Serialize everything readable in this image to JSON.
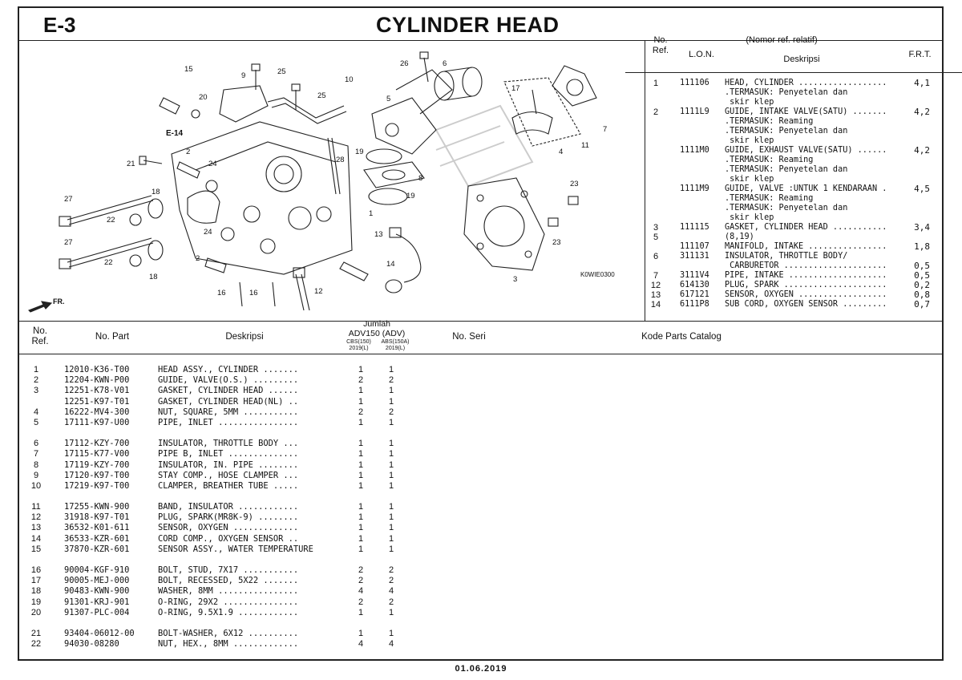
{
  "header": {
    "page_code": "E-3",
    "title": "CYLINDER HEAD"
  },
  "illustration": {
    "code": "K0WIE0300",
    "section_ref": "E-14",
    "direction_label": "FR.",
    "callouts": [
      "15",
      "20",
      "9",
      "25",
      "26",
      "6",
      "10",
      "25",
      "5",
      "17",
      "7",
      "4",
      "11",
      "21",
      "2",
      "24",
      "28",
      "19",
      "8",
      "23",
      "27",
      "18",
      "22",
      "24",
      "1",
      "19",
      "13",
      "14",
      "23",
      "3",
      "27",
      "22",
      "18",
      "2",
      "16",
      "16",
      "12"
    ]
  },
  "ref_table": {
    "headers": {
      "no_ref": "No.\nRef.",
      "lon": "L.O.N.",
      "desc_top": "(Nomor ref. relatif)",
      "desc": "Deskripsi",
      "frt": "F.R.T."
    },
    "rows": [
      {
        "ref": "1",
        "lon": "111106",
        "desc": "HEAD, CYLINDER ..................",
        "frt": "4,1"
      },
      {
        "ref": "",
        "lon": "",
        "desc": ".TERMASUK: Penyetelan dan",
        "frt": ""
      },
      {
        "ref": "",
        "lon": "",
        "desc": " skir klep",
        "frt": ""
      },
      {
        "ref": "2",
        "lon": "1111L9",
        "desc": "GUIDE, INTAKE VALVE(SATU) .......",
        "frt": "4,2"
      },
      {
        "ref": "",
        "lon": "",
        "desc": ".TERMASUK: Reaming",
        "frt": ""
      },
      {
        "ref": "",
        "lon": "",
        "desc": ".TERMASUK: Penyetelan dan",
        "frt": ""
      },
      {
        "ref": "",
        "lon": "",
        "desc": " skir klep",
        "frt": ""
      },
      {
        "ref": "",
        "lon": "1111M0",
        "desc": "GUIDE, EXHAUST VALVE(SATU) ......",
        "frt": "4,2"
      },
      {
        "ref": "",
        "lon": "",
        "desc": ".TERMASUK: Reaming",
        "frt": ""
      },
      {
        "ref": "",
        "lon": "",
        "desc": ".TERMASUK: Penyetelan dan",
        "frt": ""
      },
      {
        "ref": "",
        "lon": "",
        "desc": " skir klep",
        "frt": ""
      },
      {
        "ref": "",
        "lon": "1111M9",
        "desc": "GUIDE, VALVE :UNTUK 1 KENDARAAN .",
        "frt": "4,5"
      },
      {
        "ref": "",
        "lon": "",
        "desc": ".TERMASUK: Reaming",
        "frt": ""
      },
      {
        "ref": "",
        "lon": "",
        "desc": ".TERMASUK: Penyetelan dan",
        "frt": ""
      },
      {
        "ref": "",
        "lon": "",
        "desc": " skir klep",
        "frt": ""
      },
      {
        "ref": "3",
        "lon": "111115",
        "desc": "GASKET, CYLINDER HEAD ...........",
        "frt": "3,4"
      },
      {
        "ref": "5",
        "lon": "",
        "desc": "(8,19)",
        "frt": ""
      },
      {
        "ref": "",
        "lon": "111107",
        "desc": "MANIFOLD, INTAKE ................",
        "frt": "1,8"
      },
      {
        "ref": "6",
        "lon": "311131",
        "desc": "INSULATOR, THROTTLE BODY/",
        "frt": ""
      },
      {
        "ref": "",
        "lon": "",
        "desc": " CARBURETOR .....................",
        "frt": "0,5"
      },
      {
        "ref": "7",
        "lon": "3111V4",
        "desc": "PIPE, INTAKE ....................",
        "frt": "0,5"
      },
      {
        "ref": "12",
        "lon": "614130",
        "desc": "PLUG, SPARK .....................",
        "frt": "0,2"
      },
      {
        "ref": "13",
        "lon": "617121",
        "desc": "SENSOR, OXYGEN ..................",
        "frt": "0,8"
      },
      {
        "ref": "14",
        "lon": "6111P8",
        "desc": "SUB CORD, OXYGEN SENSOR .........",
        "frt": "0,7"
      }
    ]
  },
  "parts_table": {
    "headers": {
      "no_ref": "No.\nRef.",
      "part": "No. Part",
      "desc": "Deskripsi",
      "jumlah": "Jumlah",
      "model": "ADV150 (ADV)",
      "variant1": "CBS(150)",
      "variant2": "ABS(150A)",
      "year1": "2019(L)",
      "year2": "2019(L)",
      "serial": "No. Seri",
      "catalog": "Kode Parts Catalog"
    },
    "groups": [
      [
        {
          "ref": "1",
          "part": "12010-K36-T00",
          "desc": "HEAD ASSY., CYLINDER .......",
          "q1": "1",
          "q2": "1"
        },
        {
          "ref": "2",
          "part": "12204-KWN-P00",
          "desc": "GUIDE, VALVE(O.S.) .........",
          "q1": "2",
          "q2": "2"
        },
        {
          "ref": "3",
          "part": "12251-K78-V01",
          "desc": "GASKET, CYLINDER HEAD ......",
          "q1": "1",
          "q2": "1"
        },
        {
          "ref": "",
          "part": "12251-K97-T01",
          "desc": "GASKET, CYLINDER HEAD(NL) ..",
          "q1": "1",
          "q2": "1"
        },
        {
          "ref": "4",
          "part": "16222-MV4-300",
          "desc": "NUT, SQUARE, 5MM ...........",
          "q1": "2",
          "q2": "2"
        },
        {
          "ref": "5",
          "part": "17111-K97-U00",
          "desc": "PIPE, INLET ................",
          "q1": "1",
          "q2": "1"
        }
      ],
      [
        {
          "ref": "6",
          "part": "17112-KZY-700",
          "desc": "INSULATOR, THROTTLE BODY ...",
          "q1": "1",
          "q2": "1"
        },
        {
          "ref": "7",
          "part": "17115-K77-V00",
          "desc": "PIPE B, INLET ..............",
          "q1": "1",
          "q2": "1"
        },
        {
          "ref": "8",
          "part": "17119-KZY-700",
          "desc": "INSULATOR, IN. PIPE ........",
          "q1": "1",
          "q2": "1"
        },
        {
          "ref": "9",
          "part": "17120-K97-T00",
          "desc": "STAY COMP., HOSE CLAMPER ...",
          "q1": "1",
          "q2": "1"
        },
        {
          "ref": "10",
          "part": "17219-K97-T00",
          "desc": "CLAMPER, BREATHER TUBE .....",
          "q1": "1",
          "q2": "1"
        }
      ],
      [
        {
          "ref": "11",
          "part": "17255-KWN-900",
          "desc": "BAND, INSULATOR ............",
          "q1": "1",
          "q2": "1"
        },
        {
          "ref": "12",
          "part": "31918-K97-T01",
          "desc": "PLUG, SPARK(MR8K-9) ........",
          "q1": "1",
          "q2": "1"
        },
        {
          "ref": "13",
          "part": "36532-K01-611",
          "desc": "SENSOR, OXYGEN .............",
          "q1": "1",
          "q2": "1"
        },
        {
          "ref": "14",
          "part": "36533-KZR-601",
          "desc": "CORD COMP., OXYGEN SENSOR ..",
          "q1": "1",
          "q2": "1"
        },
        {
          "ref": "15",
          "part": "37870-KZR-601",
          "desc": "SENSOR ASSY., WATER TEMPERATURE",
          "q1": "1",
          "q2": "1"
        }
      ],
      [
        {
          "ref": "16",
          "part": "90004-KGF-910",
          "desc": "BOLT, STUD, 7X17 ...........",
          "q1": "2",
          "q2": "2"
        },
        {
          "ref": "17",
          "part": "90005-MEJ-000",
          "desc": "BOLT, RECESSED, 5X22 .......",
          "q1": "2",
          "q2": "2"
        },
        {
          "ref": "18",
          "part": "90483-KWN-900",
          "desc": "WASHER, 8MM ................",
          "q1": "4",
          "q2": "4"
        },
        {
          "ref": "19",
          "part": "91301-KRJ-901",
          "desc": "O-RING, 29X2 ...............",
          "q1": "2",
          "q2": "2"
        },
        {
          "ref": "20",
          "part": "91307-PLC-004",
          "desc": "O-RING, 9.5X1.9 ............",
          "q1": "1",
          "q2": "1"
        }
      ],
      [
        {
          "ref": "21",
          "part": "93404-06012-00",
          "desc": "BOLT-WASHER, 6X12 ..........",
          "q1": "1",
          "q2": "1"
        },
        {
          "ref": "22",
          "part": "94030-08280",
          "desc": "NUT, HEX., 8MM .............",
          "q1": "4",
          "q2": "4"
        }
      ]
    ]
  },
  "footer": {
    "date": "01.06.2019"
  }
}
